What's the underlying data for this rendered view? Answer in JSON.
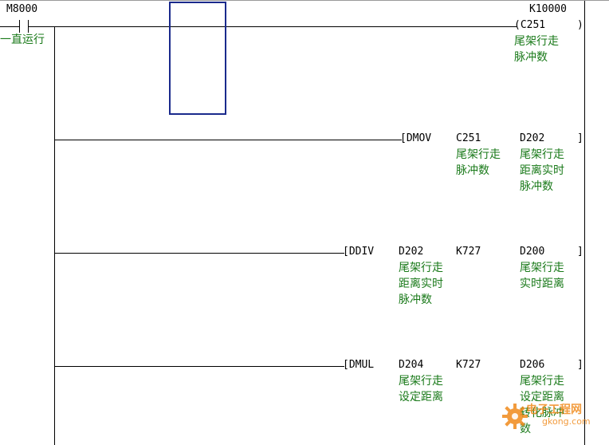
{
  "rung1": {
    "contact_device": "M8000",
    "contact_comment": "一直运行",
    "coil_setvalue": "K10000",
    "coil_device": "(C251",
    "coil_close": ")",
    "coil_comment_line1": "尾架行走",
    "coil_comment_line2": "脉冲数"
  },
  "rung2": {
    "instr": "[DMOV",
    "op1": "C251",
    "op1_c1": "尾架行走",
    "op1_c2": "脉冲数",
    "op2": "D202",
    "op2_c1": "尾架行走",
    "op2_c2": "距离实时",
    "op2_c3": "脉冲数",
    "close": "]"
  },
  "rung3": {
    "instr": "[DDIV",
    "op1": "D202",
    "op1_c1": "尾架行走",
    "op1_c2": "距离实时",
    "op1_c3": "脉冲数",
    "op2": "K727",
    "op3": "D200",
    "op3_c1": "尾架行走",
    "op3_c2": "实时距离",
    "close": "]"
  },
  "rung4": {
    "instr": "[DMUL",
    "op1": "D204",
    "op1_c1": "尾架行走",
    "op1_c2": "设定距离",
    "op2": "K727",
    "op3": "D206",
    "op3_c1": "尾架行走",
    "op3_c2": "设定距离",
    "op3_c3": "转化脉冲",
    "op3_c4": "数",
    "close": "]"
  },
  "watermark": {
    "text1": "电子工程网",
    "text2": "gkong.com"
  },
  "colors": {
    "comment": "#1a7a1a",
    "cursor": "#1a2a8c",
    "watermark": "#f08a1c"
  }
}
